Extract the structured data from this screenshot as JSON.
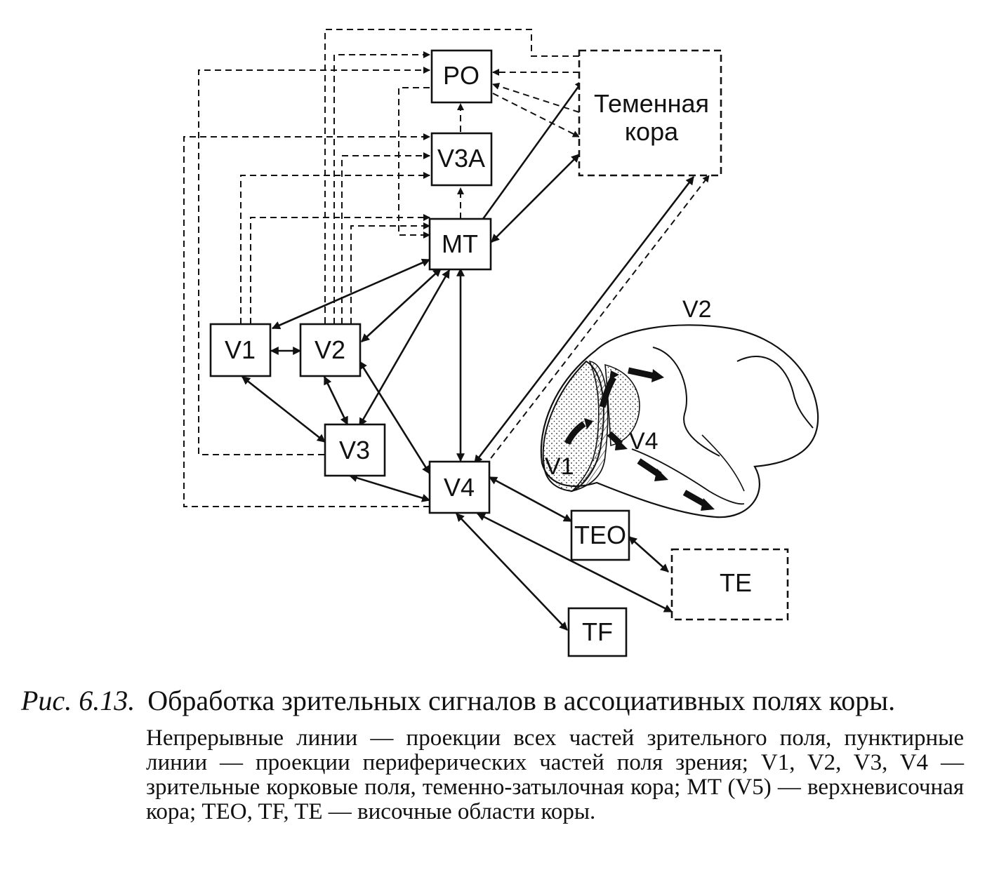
{
  "diagram": {
    "nodes": {
      "po": "PO",
      "v3a": "V3A",
      "mt": "MT",
      "v1": "V1",
      "v2": "V2",
      "v3": "V3",
      "v4": "V4",
      "parietal_line1": "Теменная",
      "parietal_line2": "кора",
      "teo": "TEO",
      "te": "TE",
      "tf": "TF"
    },
    "brain_labels": {
      "v2": "V2",
      "v1": "V1",
      "v4": "V4"
    },
    "legend": {
      "solid": "Непрерывные линии — проекции всех частей зрительного поля",
      "dashed": "пунктирные линии — проекции периферических частей поля зрения"
    }
  },
  "caption": {
    "prefix": "Рис. 6.13.",
    "title": "Обработка зрительных сигналов в ассоциативных полях коры.",
    "body": "Непрерывные линии — проекции всех частей зрительного поля, пунктирные линии — проекции периферических частей поля зрения; V1, V2, V3, V4 — зрительные корковые поля, теменно-затылочная кора; MT (V5) — верхневисочная кора; TEO, TF, TE — височные области коры."
  }
}
